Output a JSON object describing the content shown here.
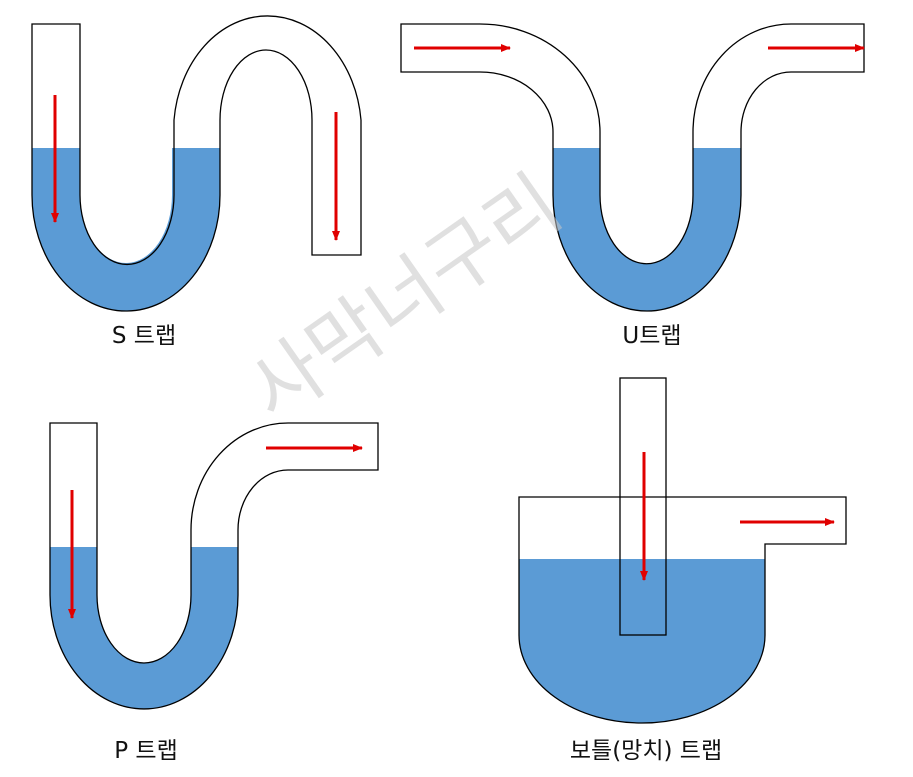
{
  "diagrams": [
    {
      "id": "s-trap",
      "label": "S 트랩"
    },
    {
      "id": "u-trap",
      "label": "U트랩"
    },
    {
      "id": "p-trap",
      "label": "P 트랩"
    },
    {
      "id": "bottle-trap",
      "label": "보틀(망치) 트랩"
    }
  ],
  "watermark": "사막너구리",
  "colors": {
    "water": "#5B9BD5",
    "arrow": "#E00000",
    "pipe": "#000000"
  }
}
